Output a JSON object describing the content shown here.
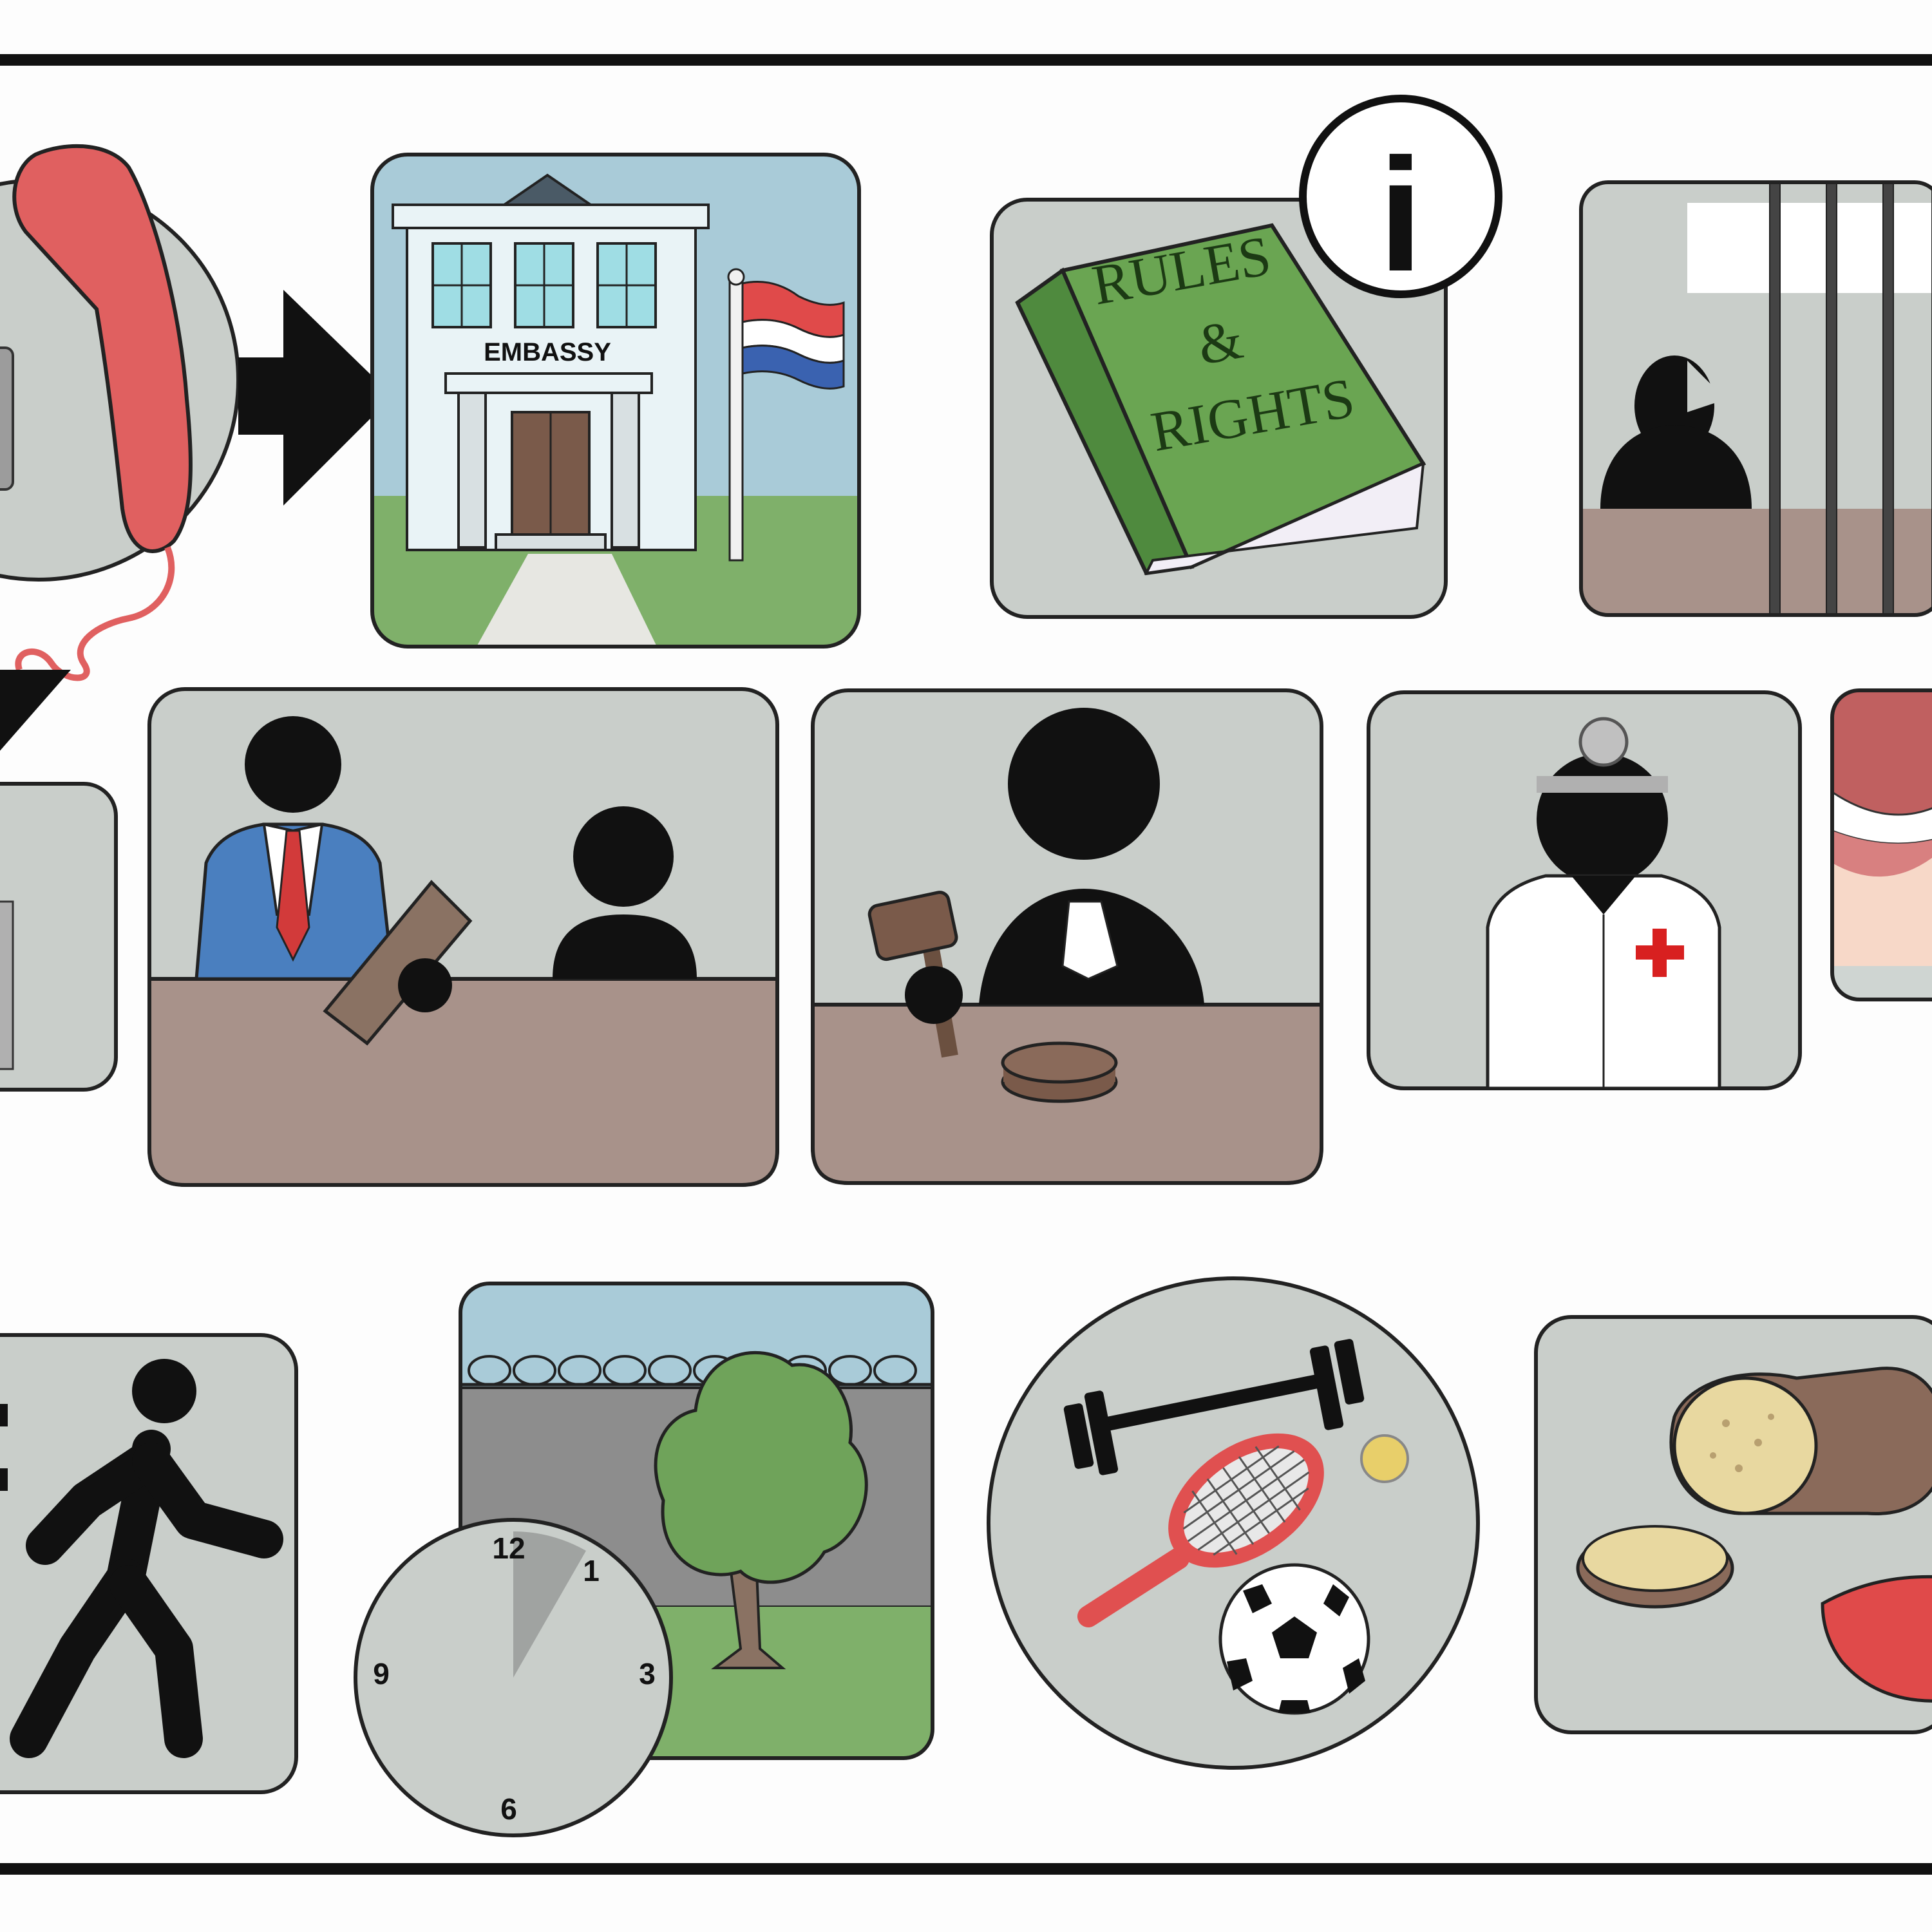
{
  "embassy_sign": "EMBASSY",
  "book": {
    "line1": "RULES",
    "line2": "&",
    "line3": "RIGHTS"
  },
  "info_symbol": "i",
  "clock": {
    "n12": "12",
    "n1": "1",
    "n3": "3",
    "n6": "6",
    "n9": "9"
  },
  "colors": {
    "panel_gray": "#c9ceca",
    "desk_brown": "#a8928a",
    "sky_blue": "#a9cbd8",
    "grass_green": "#7fb06a",
    "book_green": "#6aa552",
    "phone_red": "#e06060",
    "suit_blue": "#4a7fbf",
    "tie_red": "#d23a3a",
    "cross_red": "#d82020",
    "frame_black": "#111111"
  },
  "icons": [
    "phone-icon",
    "arrow-right-icon",
    "embassy-icon",
    "flag-netherlands-icon",
    "rules-rights-book-icon",
    "info-icon",
    "prison-cell-icon",
    "arrow-down-icon",
    "lawyer-meeting-icon",
    "judge-gavel-icon",
    "doctor-icon",
    "dentist-mouth-icon",
    "walking-person-icon",
    "clock-icon",
    "prison-yard-tree-icon",
    "sports-icon",
    "food-bread-icon"
  ]
}
